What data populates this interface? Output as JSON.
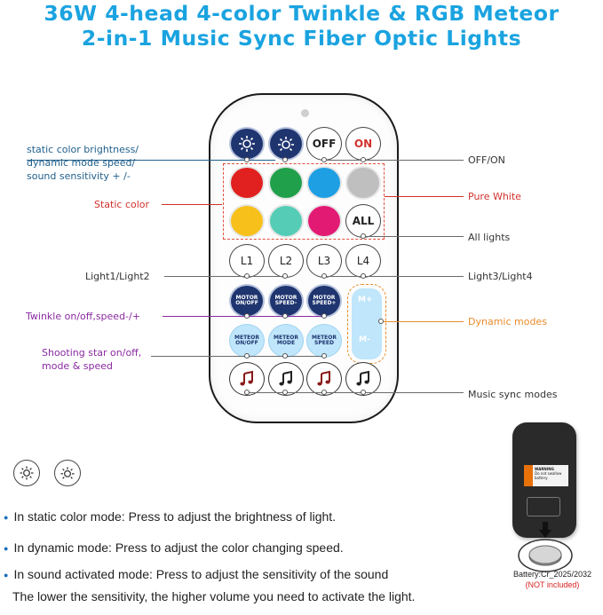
{
  "title": {
    "line1": "36W 4-head 4-color Twinkle & RGB Meteor",
    "line2": "2-in-1 Music Sync Fiber Optic Lights"
  },
  "remote": {
    "off_label": "OFF",
    "on_label": "ON",
    "all_label": "ALL",
    "light_buttons": [
      "L1",
      "L2",
      "L3",
      "L4"
    ],
    "motor_buttons": [
      {
        "line1": "MOTOR",
        "line2": "ON/OFF"
      },
      {
        "line1": "MOTOR",
        "line2": "SPEED-"
      },
      {
        "line1": "MOTOR",
        "line2": "SPEED+"
      }
    ],
    "meteor_buttons": [
      {
        "line1": "METEOR",
        "line2": "ON/OFF"
      },
      {
        "line1": "METEOR",
        "line2": "MODE"
      },
      {
        "line1": "METEOR",
        "line2": "SPEED"
      }
    ],
    "dynamic_up": "M+",
    "dynamic_down": "M-",
    "static_colors": [
      "#e0211f",
      "#20a04a",
      "#1e9fe3",
      "#bfbfbf",
      "#f7c01a",
      "#55cdb6",
      "#e21a73"
    ]
  },
  "callouts": {
    "brightness": [
      "static color brightness/",
      "dynamic mode speed/",
      "sound sensitivity + /-"
    ],
    "static_color": "Static color",
    "light12": "Light1/Light2",
    "twinkle": "Twinkle on/off,speed-/+",
    "shooting": [
      "Shooting star on/off,",
      "mode & speed"
    ],
    "offon": "OFF/ON",
    "pure_white": "Pure White",
    "all_lights": "All lights",
    "light34": "Light3/Light4",
    "dynamic": "Dynamic modes",
    "music": "Music sync modes"
  },
  "colors": {
    "title": "#1aa3e0",
    "blue_label": "#1f5f8b",
    "red_label": "#d2322d",
    "purple_label": "#8a2aa0",
    "orange_label": "#e98b2a",
    "dark_label": "#333333"
  },
  "notes": {
    "b1": "In static color mode: Press to adjust the brightness of light.",
    "b2": "In dynamic mode: Press to adjust the color changing speed.",
    "b3": "In sound activated mode: Press to adjust the sensitivity of the sound",
    "b4": "The lower the sensitivity, the higher volume you need to activate the light."
  },
  "battery": {
    "line1": "Battery:Cr_2025/2032",
    "line2": "(NOT included)",
    "tag_title": "WARNING",
    "tag_text": "Do not swallow battery"
  }
}
